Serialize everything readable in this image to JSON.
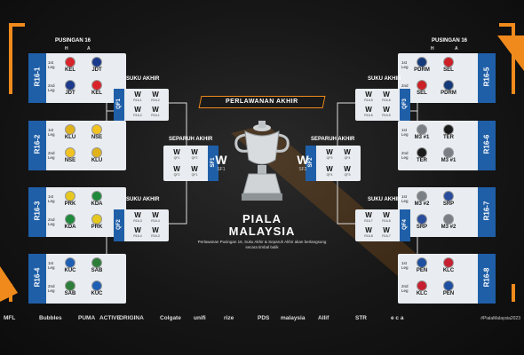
{
  "headers": {
    "round16": "PUSINGAN 16",
    "quarter": "SUKU AKHIR",
    "semi": "SEPARUH AKHIR",
    "final": "PERLAWANAN AKHIR",
    "home": "H",
    "away": "A",
    "leg1": "1st Leg",
    "leg2": "2nd Leg",
    "winner": "W"
  },
  "left_r16": [
    {
      "id": "R16-1",
      "leg1": [
        "KEL",
        "JDT"
      ],
      "leg2": [
        "JDT",
        "KEL"
      ]
    },
    {
      "id": "R16-2",
      "leg1": [
        "KLU",
        "NSE"
      ],
      "leg2": [
        "NSE",
        "KLU"
      ]
    },
    {
      "id": "R16-3",
      "leg1": [
        "PRK",
        "KDA"
      ],
      "leg2": [
        "KDA",
        "PRK"
      ]
    },
    {
      "id": "R16-4",
      "leg1": [
        "KUC",
        "SAB"
      ],
      "leg2": [
        "SAB",
        "KUC"
      ]
    }
  ],
  "right_r16": [
    {
      "id": "R16-5",
      "leg1": [
        "PDRM",
        "SEL"
      ],
      "leg2": [
        "SEL",
        "PDRM"
      ]
    },
    {
      "id": "R16-6",
      "leg1": [
        "M3 #1",
        "TER"
      ],
      "leg2": [
        "TER",
        "M3 #1"
      ]
    },
    {
      "id": "R16-7",
      "leg1": [
        "M3 #2",
        "SRP"
      ],
      "leg2": [
        "SRP",
        "M3 #2"
      ]
    },
    {
      "id": "R16-8",
      "leg1": [
        "PEN",
        "KLC"
      ],
      "leg2": [
        "KLC",
        "PEN"
      ]
    }
  ],
  "qf": [
    {
      "id": "QF1",
      "leg1": [
        "R16-1",
        "R16-2"
      ],
      "leg2": [
        "R16-2",
        "R16-1"
      ]
    },
    {
      "id": "QF2",
      "leg1": [
        "R16-3",
        "R16-4"
      ],
      "leg2": [
        "R16-4",
        "R16-3"
      ]
    },
    {
      "id": "QF3",
      "leg1": [
        "R16-5",
        "R16-6"
      ],
      "leg2": [
        "R16-6",
        "R16-5"
      ]
    },
    {
      "id": "QF4",
      "leg1": [
        "R16-7",
        "R16-8"
      ],
      "leg2": [
        "R16-8",
        "R16-7"
      ]
    }
  ],
  "sf": [
    {
      "id": "SF1",
      "leg1": [
        "QF1",
        "QF2"
      ],
      "leg2": [
        "QF2",
        "QF1"
      ]
    },
    {
      "id": "SF2",
      "leg1": [
        "QF3",
        "QF4"
      ],
      "leg2": [
        "QF4",
        "QF3"
      ]
    }
  ],
  "final": {
    "left": "SF1",
    "right": "SF2"
  },
  "trophy_title": "PIALA MALAYSIA",
  "note": "Perlawanan Pusingan 16, Suku Akhir & Separuh Akhir akan berlangsung secara timbal balik",
  "sponsors": [
    "MFL",
    "Bubbles",
    "PUMA",
    "ACTIVE",
    "ORIGINA",
    "Colgate",
    "unifi",
    "rize",
    "PDS",
    "malaysia",
    "Allif",
    "STR",
    "e c a"
  ],
  "hashtag": "#PialaMalaysia2023",
  "colors": {
    "accent": "#f08a1c",
    "box_bg": "#e9edf1",
    "label_blue": "#1f5fa8"
  }
}
